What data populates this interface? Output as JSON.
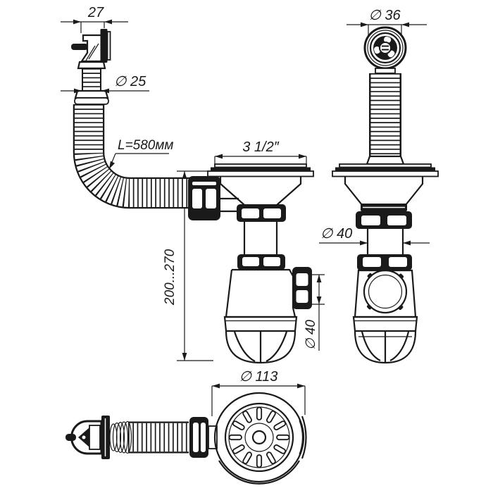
{
  "drawing": {
    "colors": {
      "line": "#1a1a1a",
      "background": "#ffffff"
    },
    "labels": {
      "overflow_width": "27",
      "overflow_hose_diameter": "∅ 25",
      "overflow_hose_length": "L=580мм",
      "strainer_thread": "3 1/2″",
      "installation_height": "200...270",
      "side_outlet_diameter": "∅ 40",
      "overflow_cap_diameter": "∅ 36",
      "drain_pipe_diameter": "∅ 40",
      "strainer_diameter": "∅ 113"
    }
  }
}
